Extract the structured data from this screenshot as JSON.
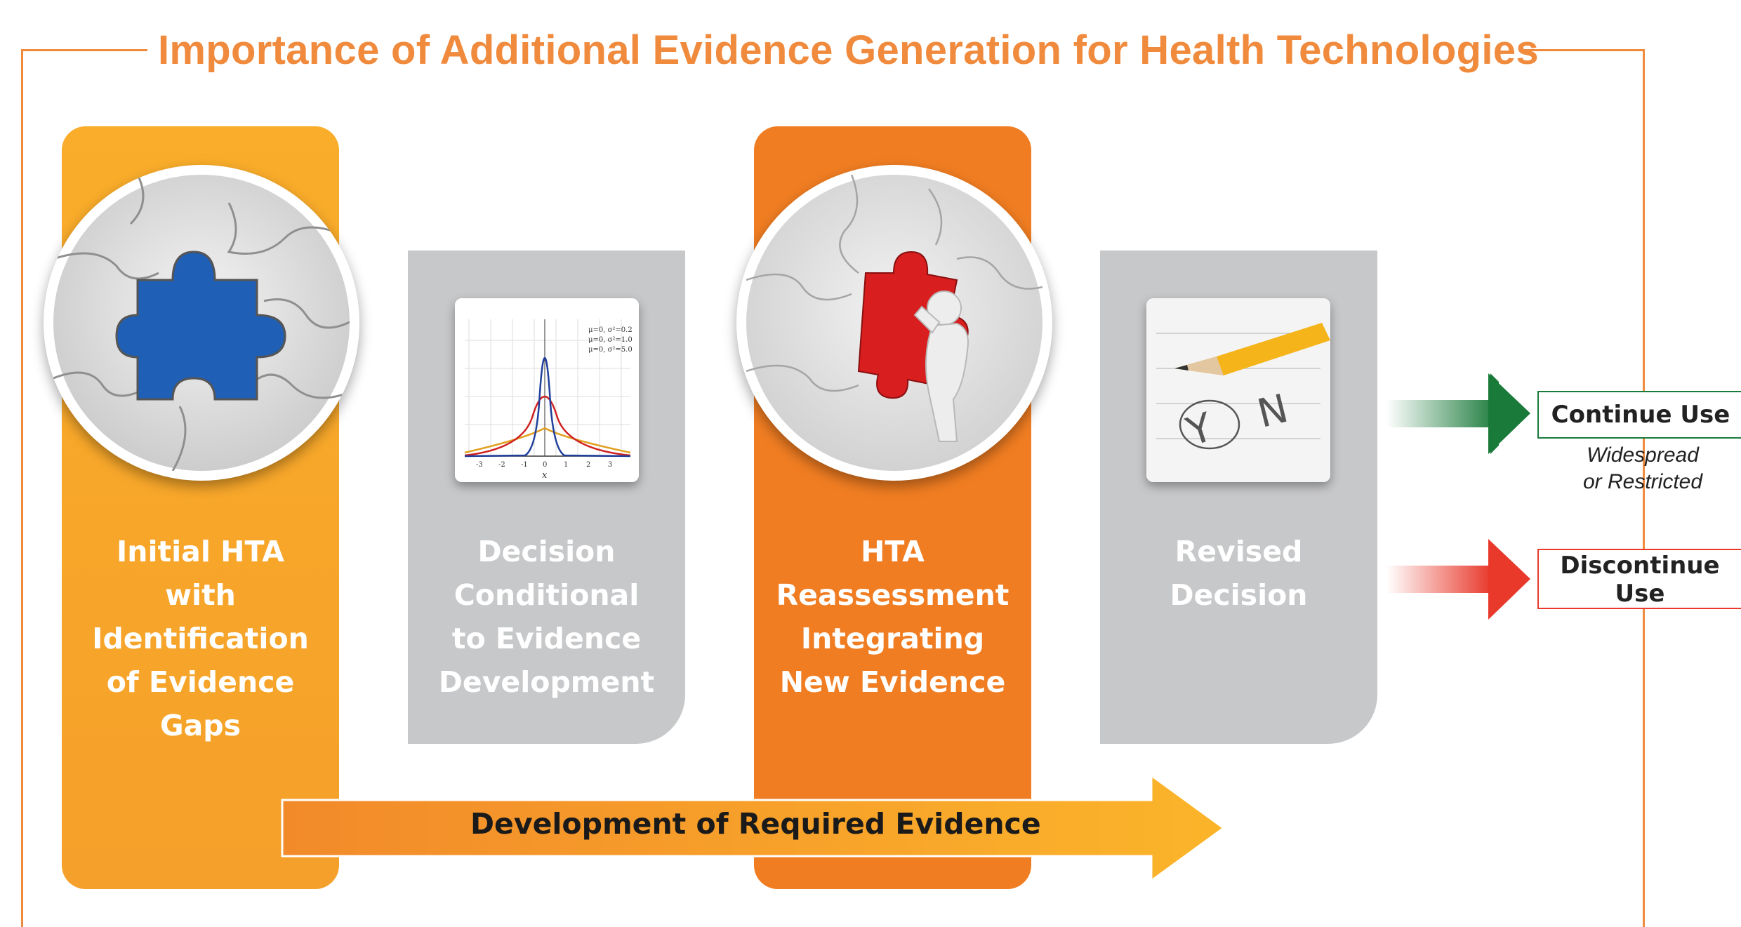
{
  "title": "Importance of Additional Evidence Generation for Health Technologies",
  "colors": {
    "frame": "#f08a3c",
    "yellow_card": "#f9ad2a",
    "orange_card": "#f07d22",
    "gray_card": "#c7c8ca",
    "continue_arrow": "#1a7a3a",
    "discontinue_arrow": "#e8392b"
  },
  "steps": [
    {
      "label": "Initial HTA\nwith\nIdentification\nof Evidence\nGaps",
      "icon": "puzzle-missing-piece-icon"
    },
    {
      "label": "Decision\nConditional\nto Evidence\nDevelopment",
      "icon": "bell-curve-chart-icon"
    },
    {
      "label": "HTA\nReassessment\nIntegrating\nNew Evidence",
      "icon": "figure-placing-puzzle-piece-icon"
    },
    {
      "label": "Revised\nDecision",
      "icon": "pencil-yes-no-icon"
    }
  ],
  "evidence_arrow": {
    "label": "Development of Required Evidence"
  },
  "outcomes": {
    "continue": {
      "label": "Continue Use",
      "sub": "Widespread\nor Restricted"
    },
    "discontinue": {
      "label": "Discontinue\nUse"
    }
  },
  "chart_legend": [
    "μ=0,  σ²=0.2",
    "μ=0,  σ²=1.0",
    "μ=0,  σ²=5.0"
  ],
  "chart_xlabel": "x",
  "chart_ticks": [
    "-3",
    "-2",
    "-1",
    "0",
    "1",
    "2",
    "3"
  ],
  "decision_marks": [
    "Y",
    "N"
  ]
}
